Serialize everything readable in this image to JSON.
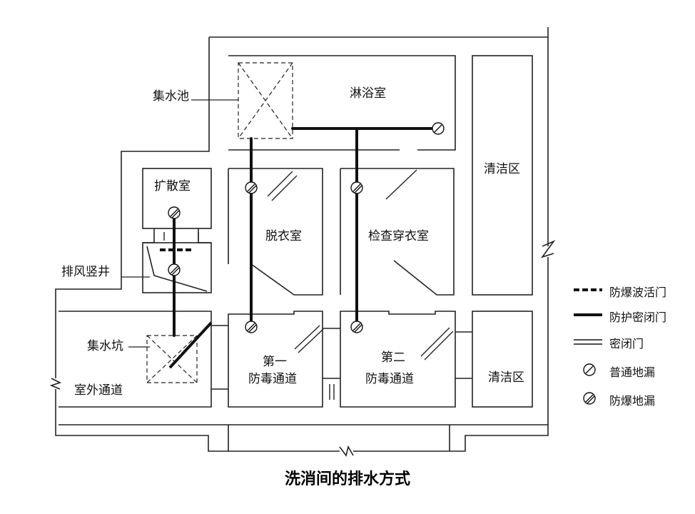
{
  "rooms": {
    "shower_room": "淋浴室",
    "water_tank": "集水池",
    "diffusion_room": "扩散室",
    "undress_room": "脱衣室",
    "inspect_dress_room": "检查穿衣室",
    "clean_zone_1": "清洁区",
    "clean_zone_2": "清洁区",
    "exhaust_shaft": "排风竖井",
    "sump_pit": "集水坑",
    "outdoor_passage": "室外通道",
    "first_antitoxic_1": "第一",
    "first_antitoxic_2": "防毒通道",
    "second_antitoxic_1": "第二",
    "second_antitoxic_2": "防毒通道"
  },
  "legend": {
    "blast_valve_door": "防爆波活门",
    "protective_airtight_door": "防护密闭门",
    "airtight_door": "密闭门",
    "normal_floor_drain": "普通地漏",
    "explosion_proof_floor_drain": "防爆地漏"
  },
  "caption": "洗消间的排水方式"
}
